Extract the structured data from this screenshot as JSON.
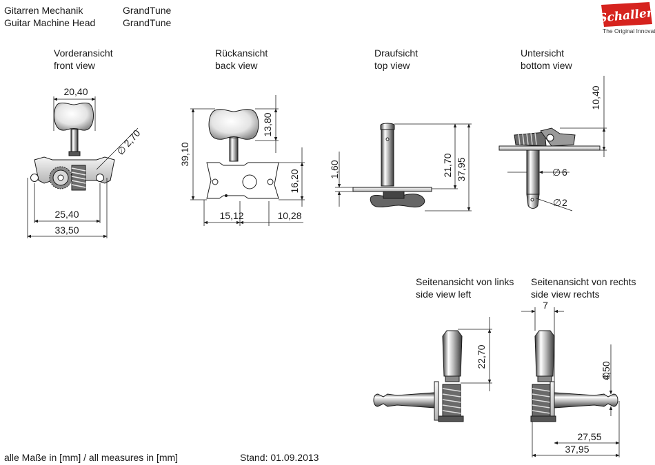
{
  "header": {
    "title_de": "Gitarren Mechanik",
    "title_en": "Guitar Machine Head",
    "model_1": "GrandTune",
    "model_2": "GrandTune"
  },
  "logo": {
    "brand": "Schaller",
    "tagline": "The Original Innovators",
    "color": "#d6231e"
  },
  "views": {
    "front": {
      "label_de": "Vorderansicht",
      "label_en": "front view"
    },
    "back": {
      "label_de": "Rückansicht",
      "label_en": "back view"
    },
    "top": {
      "label_de": "Draufsicht",
      "label_en": "top view"
    },
    "bottom": {
      "label_de": "Untersicht",
      "label_en": "bottom view"
    },
    "side_left": {
      "label_de": "Seitenansicht von links",
      "label_en": "side view left"
    },
    "side_right": {
      "label_de": "Seitenansicht von rechts",
      "label_en": "side view rechts"
    }
  },
  "dimensions": {
    "front": {
      "width_top": "20,40",
      "diameter": "2,70",
      "hole_spacing": "25,40",
      "total_width": "33,50"
    },
    "back": {
      "height_total": "39,10",
      "knob_height": "13,80",
      "plate_height": "16,20",
      "left_offset": "15,12",
      "right_offset": "10,28"
    },
    "top": {
      "plate_thickness": "1,60",
      "post_height": "21,70",
      "total_height": "37,95"
    },
    "bottom": {
      "height": "10,40",
      "post_diameter": "6",
      "hole_diameter": "2"
    },
    "side_left": {
      "knob_length": "22,70"
    },
    "side_right": {
      "post_width": "7",
      "diameter": "4,50",
      "shaft_length": "27,55",
      "total_length": "37,95"
    }
  },
  "footer": {
    "units": "alle Maße in [mm] / all measures in [mm]",
    "date": "Stand: 01.09.2013"
  }
}
